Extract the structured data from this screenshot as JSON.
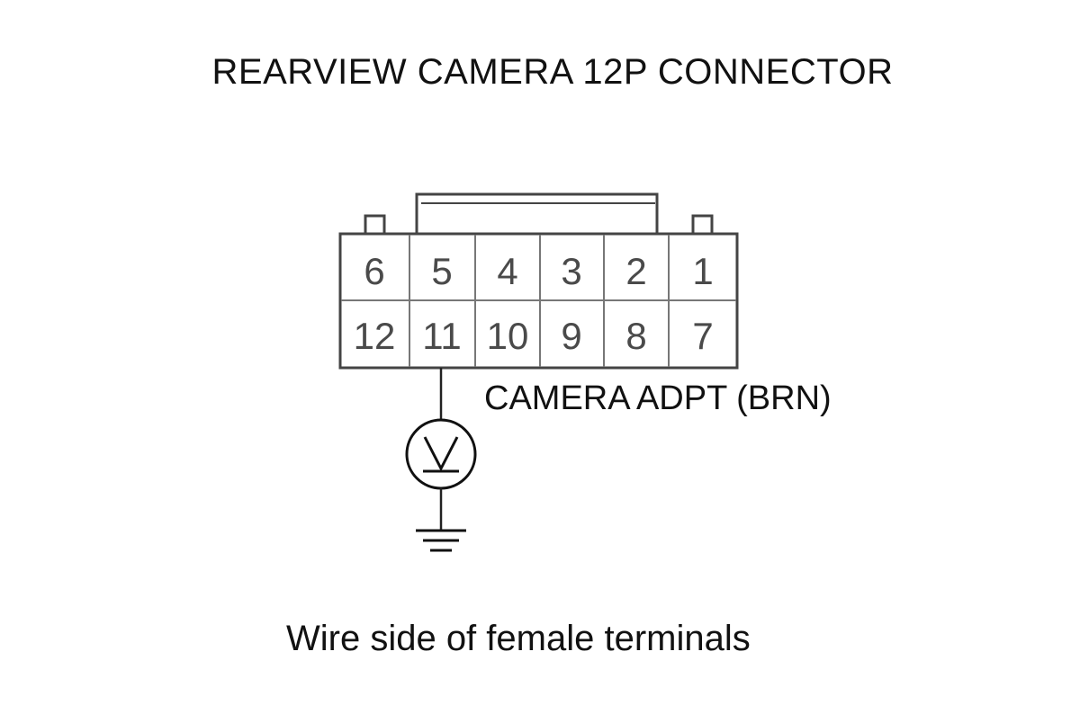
{
  "title": "REARVIEW CAMERA 12P CONNECTOR",
  "connector": {
    "top_row": [
      "6",
      "5",
      "4",
      "3",
      "2",
      "1"
    ],
    "bottom_row": [
      "12",
      "11",
      "10",
      "9",
      "8",
      "7"
    ]
  },
  "wire_label": "CAMERA ADPT (BRN)",
  "meter_symbol": "voltmeter-icon",
  "ground_symbol": "ground-icon",
  "caption": "Wire side of female terminals"
}
